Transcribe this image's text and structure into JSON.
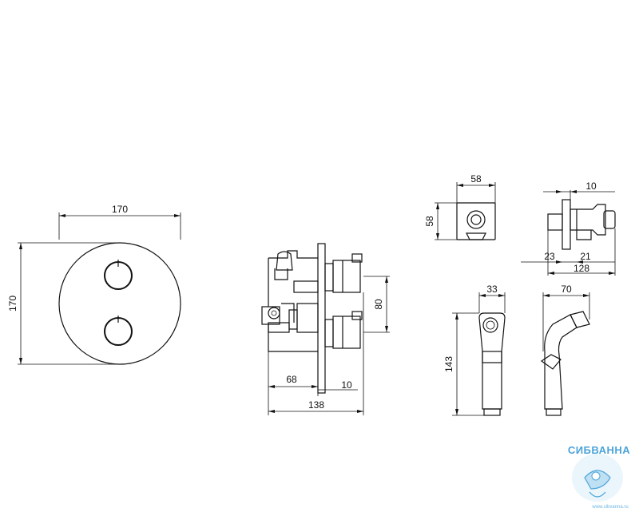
{
  "dimensions": {
    "front_width": "170",
    "front_height": "170",
    "side_spacing": "80",
    "side_depth": "68",
    "side_plate": "10",
    "side_total": "138",
    "holder_width": "58",
    "holder_height": "58",
    "holder_side_offset": "10",
    "holder_side_a": "23",
    "holder_side_b": "21",
    "holder_side_total": "128",
    "shower_width": "33",
    "shower_length": "143",
    "shower_side_width": "70"
  },
  "logo": {
    "brand": "СИБВАННА",
    "url": "www.sibvanna.ru",
    "colors": {
      "primary": "#4aa3d9",
      "light": "#bfe0f3"
    }
  }
}
